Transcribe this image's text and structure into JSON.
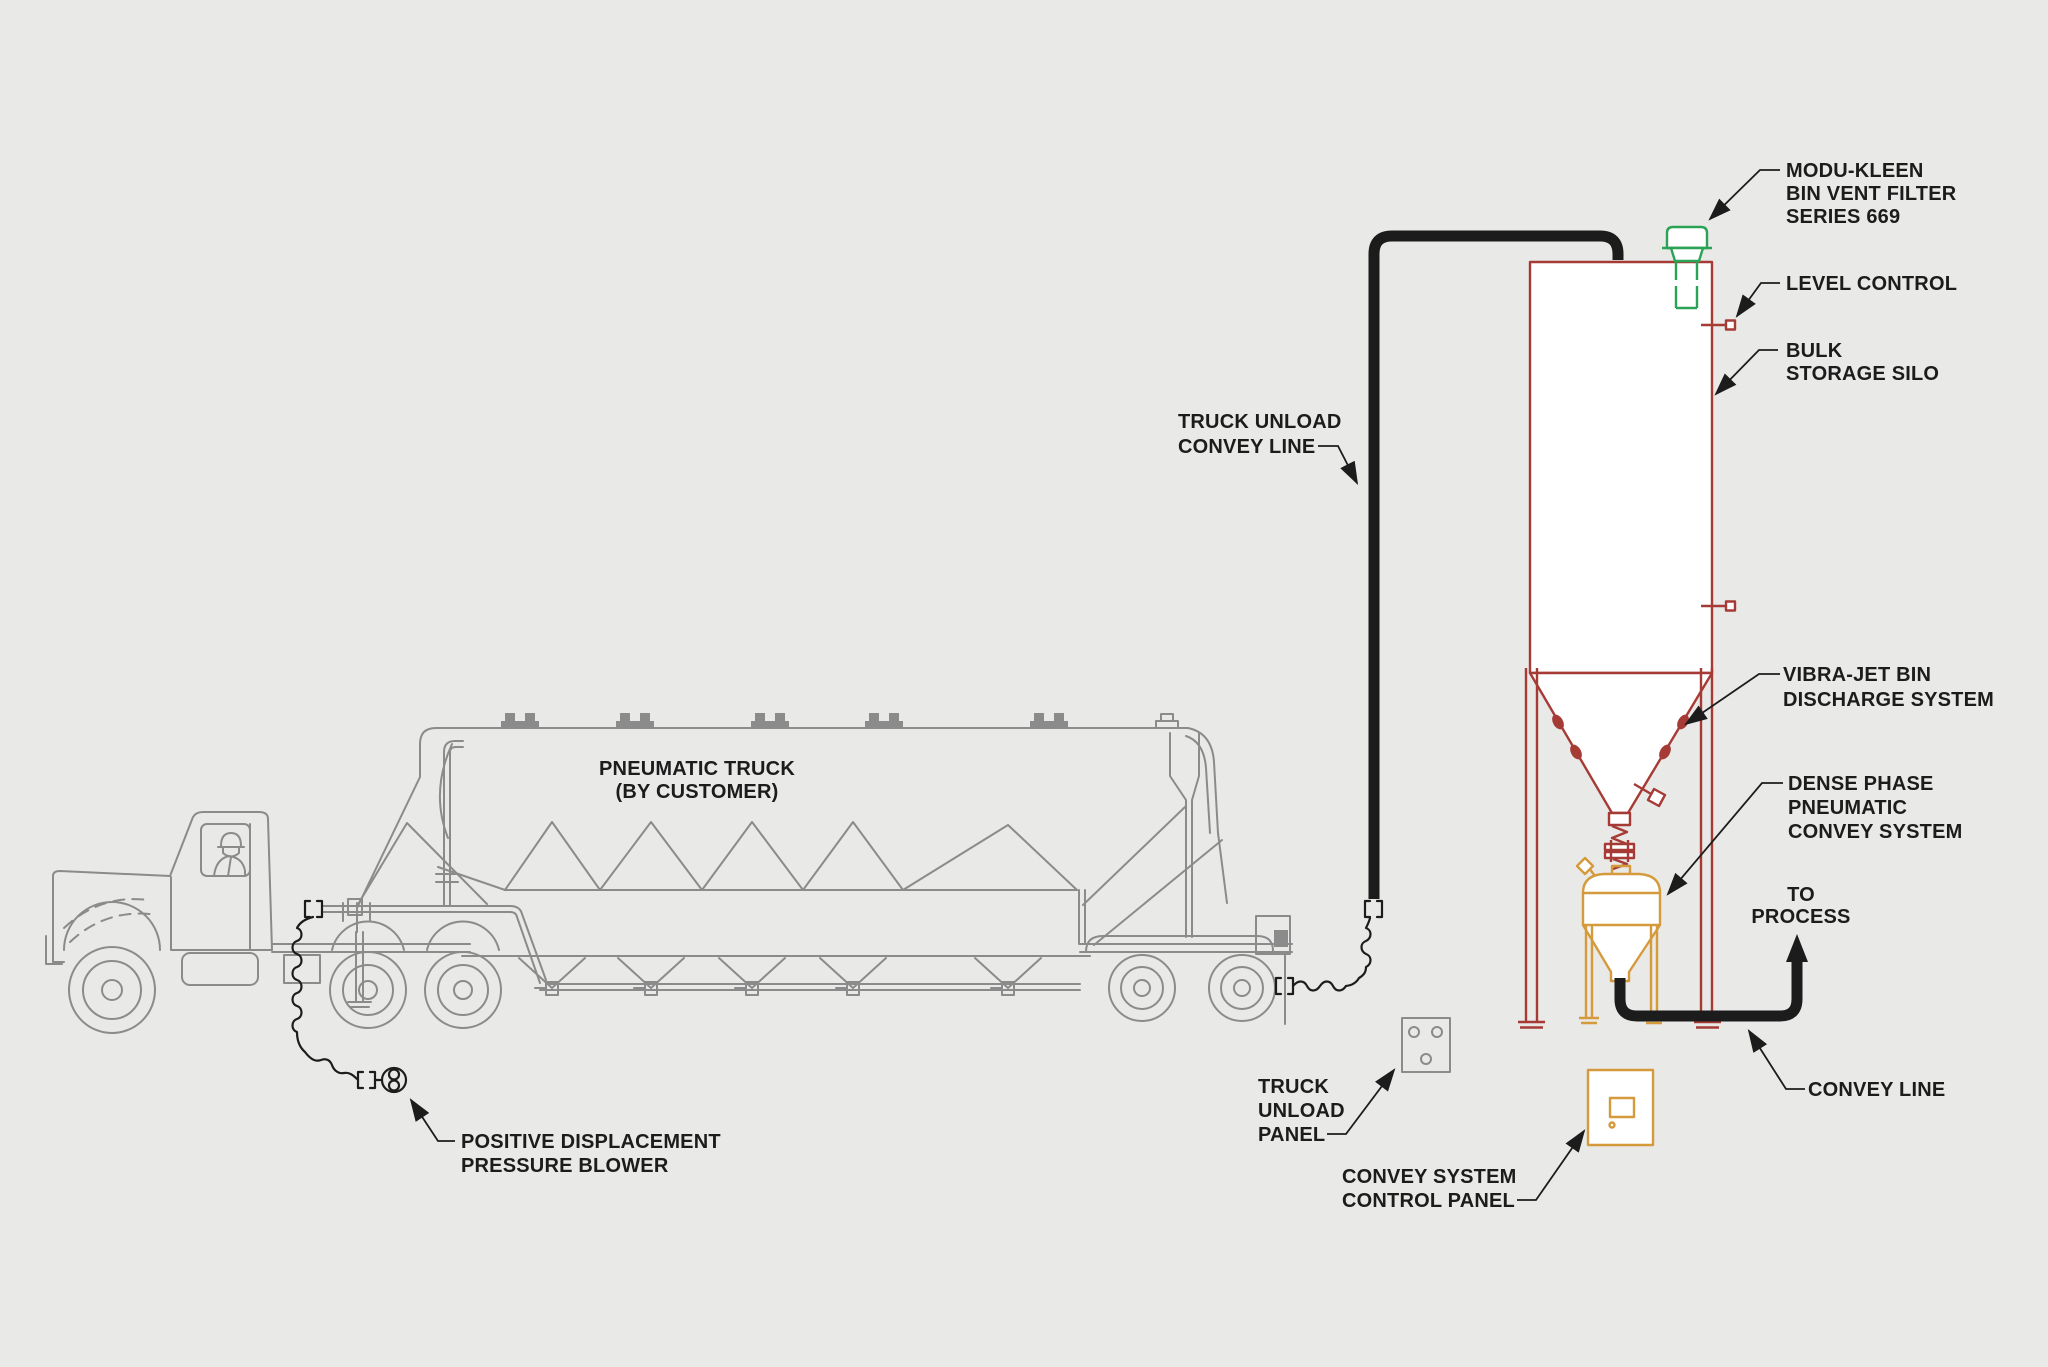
{
  "diagram": {
    "title": "Pneumatic truck unload and bulk storage silo convey system",
    "colors": {
      "background": "#e9e9e7",
      "truck": "#8b8b8b",
      "line": "#1c1c1c",
      "silo": "#a63b36",
      "filter": "#2aa356",
      "vessel": "#d49a3c"
    },
    "labels": {
      "pneumatic_truck": {
        "line1": "PNEUMATIC TRUCK",
        "line2": "(BY CUSTOMER)"
      },
      "positive_blower": {
        "line1": "POSITIVE DISPLACEMENT",
        "line2": "PRESSURE BLOWER"
      },
      "truck_unload_convey_line": {
        "line1": "TRUCK UNLOAD",
        "line2": "CONVEY LINE"
      },
      "modu_kleen": {
        "line1": "MODU-KLEEN",
        "line2": "BIN VENT FILTER",
        "line3": "SERIES 669"
      },
      "level_control": {
        "line1": "LEVEL CONTROL"
      },
      "bulk_storage_silo": {
        "line1": "BULK",
        "line2": "STORAGE SILO"
      },
      "vibra_jet": {
        "line1": "VIBRA-JET BIN",
        "line2": "DISCHARGE SYSTEM"
      },
      "dense_phase": {
        "line1": "DENSE PHASE",
        "line2": "PNEUMATIC",
        "line3": "CONVEY SYSTEM"
      },
      "to_process": {
        "line1": "TO",
        "line2": "PROCESS"
      },
      "convey_line": {
        "line1": "CONVEY LINE"
      },
      "truck_unload_panel": {
        "line1": "TRUCK",
        "line2": "UNLOAD",
        "line3": "PANEL"
      },
      "convey_system_control_panel": {
        "line1": "CONVEY SYSTEM",
        "line2": "CONTROL PANEL"
      }
    },
    "icons": {
      "blower_symbol": "circled figure-8 blower symbol",
      "level_control_sensor": "small square level probe",
      "bin_vent_filter": "green filter cap on silo roof",
      "truck_unload_panel": "gray panel with three round buttons",
      "convey_system_control_panel": "orange panel with display window and pilot light"
    }
  }
}
